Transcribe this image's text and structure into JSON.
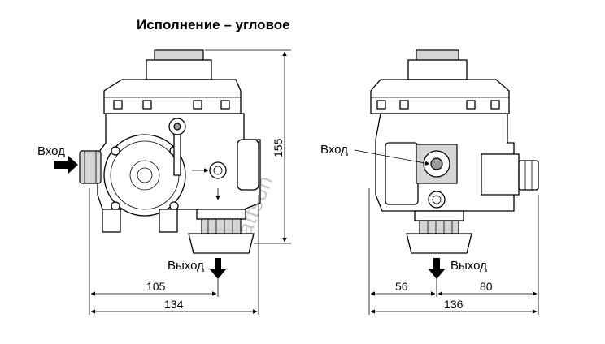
{
  "title": "Исполнение – угловое",
  "left_view": {
    "inlet_label": "Вход",
    "outlet_label": "Выход",
    "dim_width_partial": "105",
    "dim_width_total": "134",
    "dim_height": "155"
  },
  "right_view": {
    "inlet_label": "Вход",
    "outlet_label": "Выход",
    "dim_left": "56",
    "dim_right": "80",
    "dim_total": "136"
  },
  "watermark": "wattson"
}
